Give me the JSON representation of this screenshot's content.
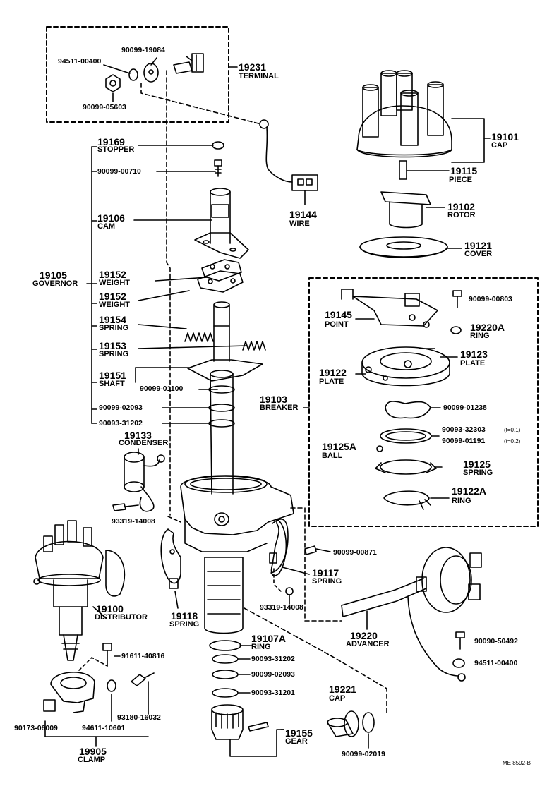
{
  "parts": {
    "p19231": {
      "number": "19231",
      "name": "TERMINAL"
    },
    "p94511_00400_top": {
      "number": "94511-00400"
    },
    "p90099_19084": {
      "number": "90099-19084"
    },
    "p90099_05603": {
      "number": "90099-05603"
    },
    "p19169": {
      "number": "19169",
      "name": "STOPPER"
    },
    "p90099_00710": {
      "number": "90099-00710"
    },
    "p19106": {
      "number": "19106",
      "name": "CAM"
    },
    "p19105": {
      "number": "19105",
      "name": "GOVERNOR"
    },
    "p19152a": {
      "number": "19152",
      "name": "WEIGHT"
    },
    "p19152b": {
      "number": "19152",
      "name": "WEIGHT"
    },
    "p19154": {
      "number": "19154",
      "name": "SPRING"
    },
    "p19153": {
      "number": "19153",
      "name": "SPRING"
    },
    "p19151": {
      "number": "19151",
      "name": "SHAFT"
    },
    "p90099_01100": {
      "number": "90099-01100"
    },
    "p90099_02093_up": {
      "number": "90099-02093"
    },
    "p90093_31202_up": {
      "number": "90093-31202"
    },
    "p19133": {
      "number": "19133",
      "name": "CONDENSER"
    },
    "p93319_14008_a": {
      "number": "93319-14008"
    },
    "p19100": {
      "number": "19100",
      "name": "DISTRIBUTOR"
    },
    "p19118": {
      "number": "19118",
      "name": "SPRING"
    },
    "p91611_40816": {
      "number": "91611-40816"
    },
    "p93180_16032": {
      "number": "93180-16032"
    },
    "p90173_06009": {
      "number": "90173-06009"
    },
    "p94611_10601": {
      "number": "94611-10601"
    },
    "p19905": {
      "number": "19905",
      "name": "CLAMP"
    },
    "p19107A": {
      "number": "19107A",
      "name": "RING"
    },
    "p90093_31202_low": {
      "number": "90093-31202"
    },
    "p90099_02093_low": {
      "number": "90099-02093"
    },
    "p90093_31201": {
      "number": "90093-31201"
    },
    "p19155": {
      "number": "19155",
      "name": "GEAR"
    },
    "p19101": {
      "number": "19101",
      "name": "CAP"
    },
    "p19115": {
      "number": "19115",
      "name": "PIECE"
    },
    "p19144": {
      "number": "19144",
      "name": "WIRE"
    },
    "p19102": {
      "number": "19102",
      "name": "ROTOR"
    },
    "p19121": {
      "number": "19121",
      "name": "COVER"
    },
    "p19145": {
      "number": "19145",
      "name": "POINT"
    },
    "p90099_00803": {
      "number": "90099-00803"
    },
    "p19220A": {
      "number": "19220A",
      "name": "RING"
    },
    "p19123": {
      "number": "19123",
      "name": "PLATE"
    },
    "p19122": {
      "number": "19122",
      "name": "PLATE"
    },
    "p19103": {
      "number": "19103",
      "name": "BREAKER"
    },
    "p90099_01238": {
      "number": "90099-01238"
    },
    "p90093_32303": {
      "number": "90093-32303",
      "note": "(t=0.1)"
    },
    "p90099_01191": {
      "number": "90099-01191",
      "note": "(t=0.2)"
    },
    "p19125A": {
      "number": "19125A",
      "name": "BALL"
    },
    "p19125": {
      "number": "19125",
      "name": "SPRING"
    },
    "p19122A": {
      "number": "19122A",
      "name": "RING"
    },
    "p90099_00871": {
      "number": "90099-00871"
    },
    "p19117": {
      "number": "19117",
      "name": "SPRING"
    },
    "p93319_14008_b": {
      "number": "93319-14008"
    },
    "p19220": {
      "number": "19220",
      "name": "ADVANCER"
    },
    "p90090_50492": {
      "number": "90090-50492"
    },
    "p94511_00400_low": {
      "number": "94511-00400"
    },
    "p19221": {
      "number": "19221",
      "name": "CAP"
    },
    "p90099_02019": {
      "number": "90099-02019"
    }
  },
  "footer": {
    "code": "ME 8592-B"
  }
}
